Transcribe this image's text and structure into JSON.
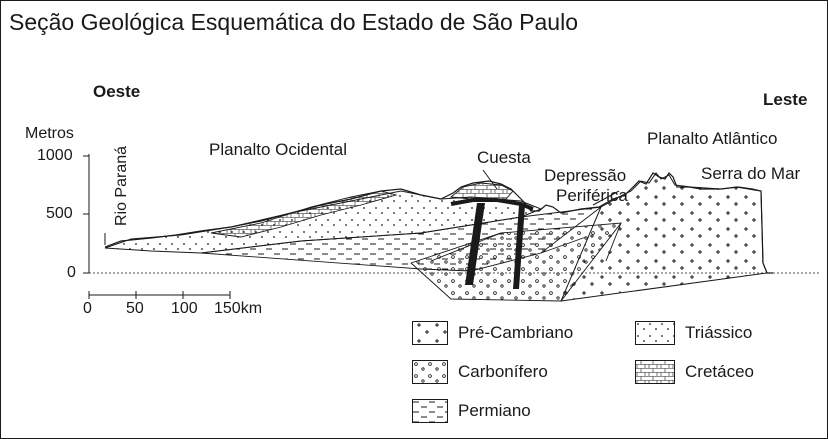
{
  "title": "Seção Geológica Esquemática do Estado de São Paulo",
  "directions": {
    "west": "Oeste",
    "east": "Leste"
  },
  "y_axis": {
    "label": "Metros",
    "ticks": [
      "1000",
      "500",
      "0"
    ]
  },
  "x_scale": {
    "ticks": [
      "0",
      "50",
      "100",
      "150km"
    ]
  },
  "features": {
    "rio": "Rio Paraná",
    "planalto_ocidental": "Planalto Ocidental",
    "cuesta": "Cuesta",
    "depressao_line1": "Depressão",
    "depressao_line2": "Periférica",
    "planalto_atlantico": "Planalto Atlântico",
    "serra": "Serra do Mar"
  },
  "legend": [
    {
      "key": "pre-cambriano",
      "label": "Pré-Cambriano",
      "pattern": "plus"
    },
    {
      "key": "triassico",
      "label": "Triássico",
      "pattern": "dots"
    },
    {
      "key": "carbonifero",
      "label": "Carbonífero",
      "pattern": "circles"
    },
    {
      "key": "cretaceo",
      "label": "Cretáceo",
      "pattern": "grid"
    },
    {
      "key": "permiano",
      "label": "Permiano",
      "pattern": "dashes"
    }
  ],
  "colors": {
    "ink": "#1a1a1a",
    "background": "#ffffff"
  }
}
